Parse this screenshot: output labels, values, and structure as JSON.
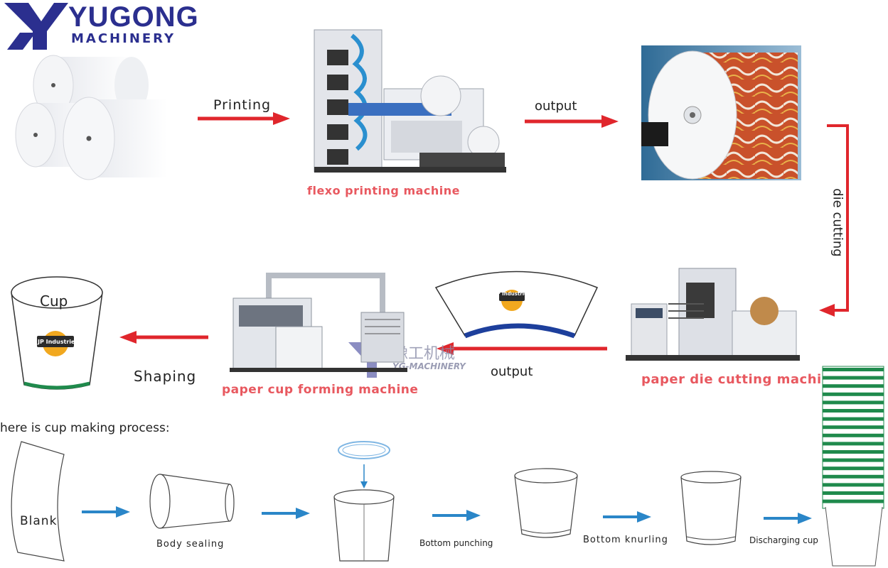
{
  "logo": {
    "brand_line1": "YUGONG",
    "brand_line2": "MACHINERY"
  },
  "top_flow": {
    "printing_label": "Printing",
    "output_label_1": "output",
    "flexo_machine_label": "flexo printing machine",
    "die_cutting_label": "die cutting"
  },
  "middle_flow": {
    "cup_label": "Cup",
    "cup_brand": "JP Industries",
    "blank_brand": "JP Industries",
    "shaping_label": "Shaping",
    "forming_machine_label": "paper cup forming machine",
    "output_label_2": "output",
    "die_cutting_machine_label": "paper die cutting machine",
    "watermark_cn": "豫工机械",
    "watermark_en": "YG-MACHINERY"
  },
  "process": {
    "heading": "here is cup making process:",
    "steps": [
      "Blank",
      "Body sealing",
      "Bottom punching",
      "Bottom knurling",
      "Discharging cup"
    ]
  },
  "colors": {
    "red_arrow": "#e0262c",
    "blue_arrow": "#2a86c8",
    "label_red": "#e8585f",
    "logo_blue": "#2b2f8f",
    "cup_green": "#1f8a4c"
  }
}
